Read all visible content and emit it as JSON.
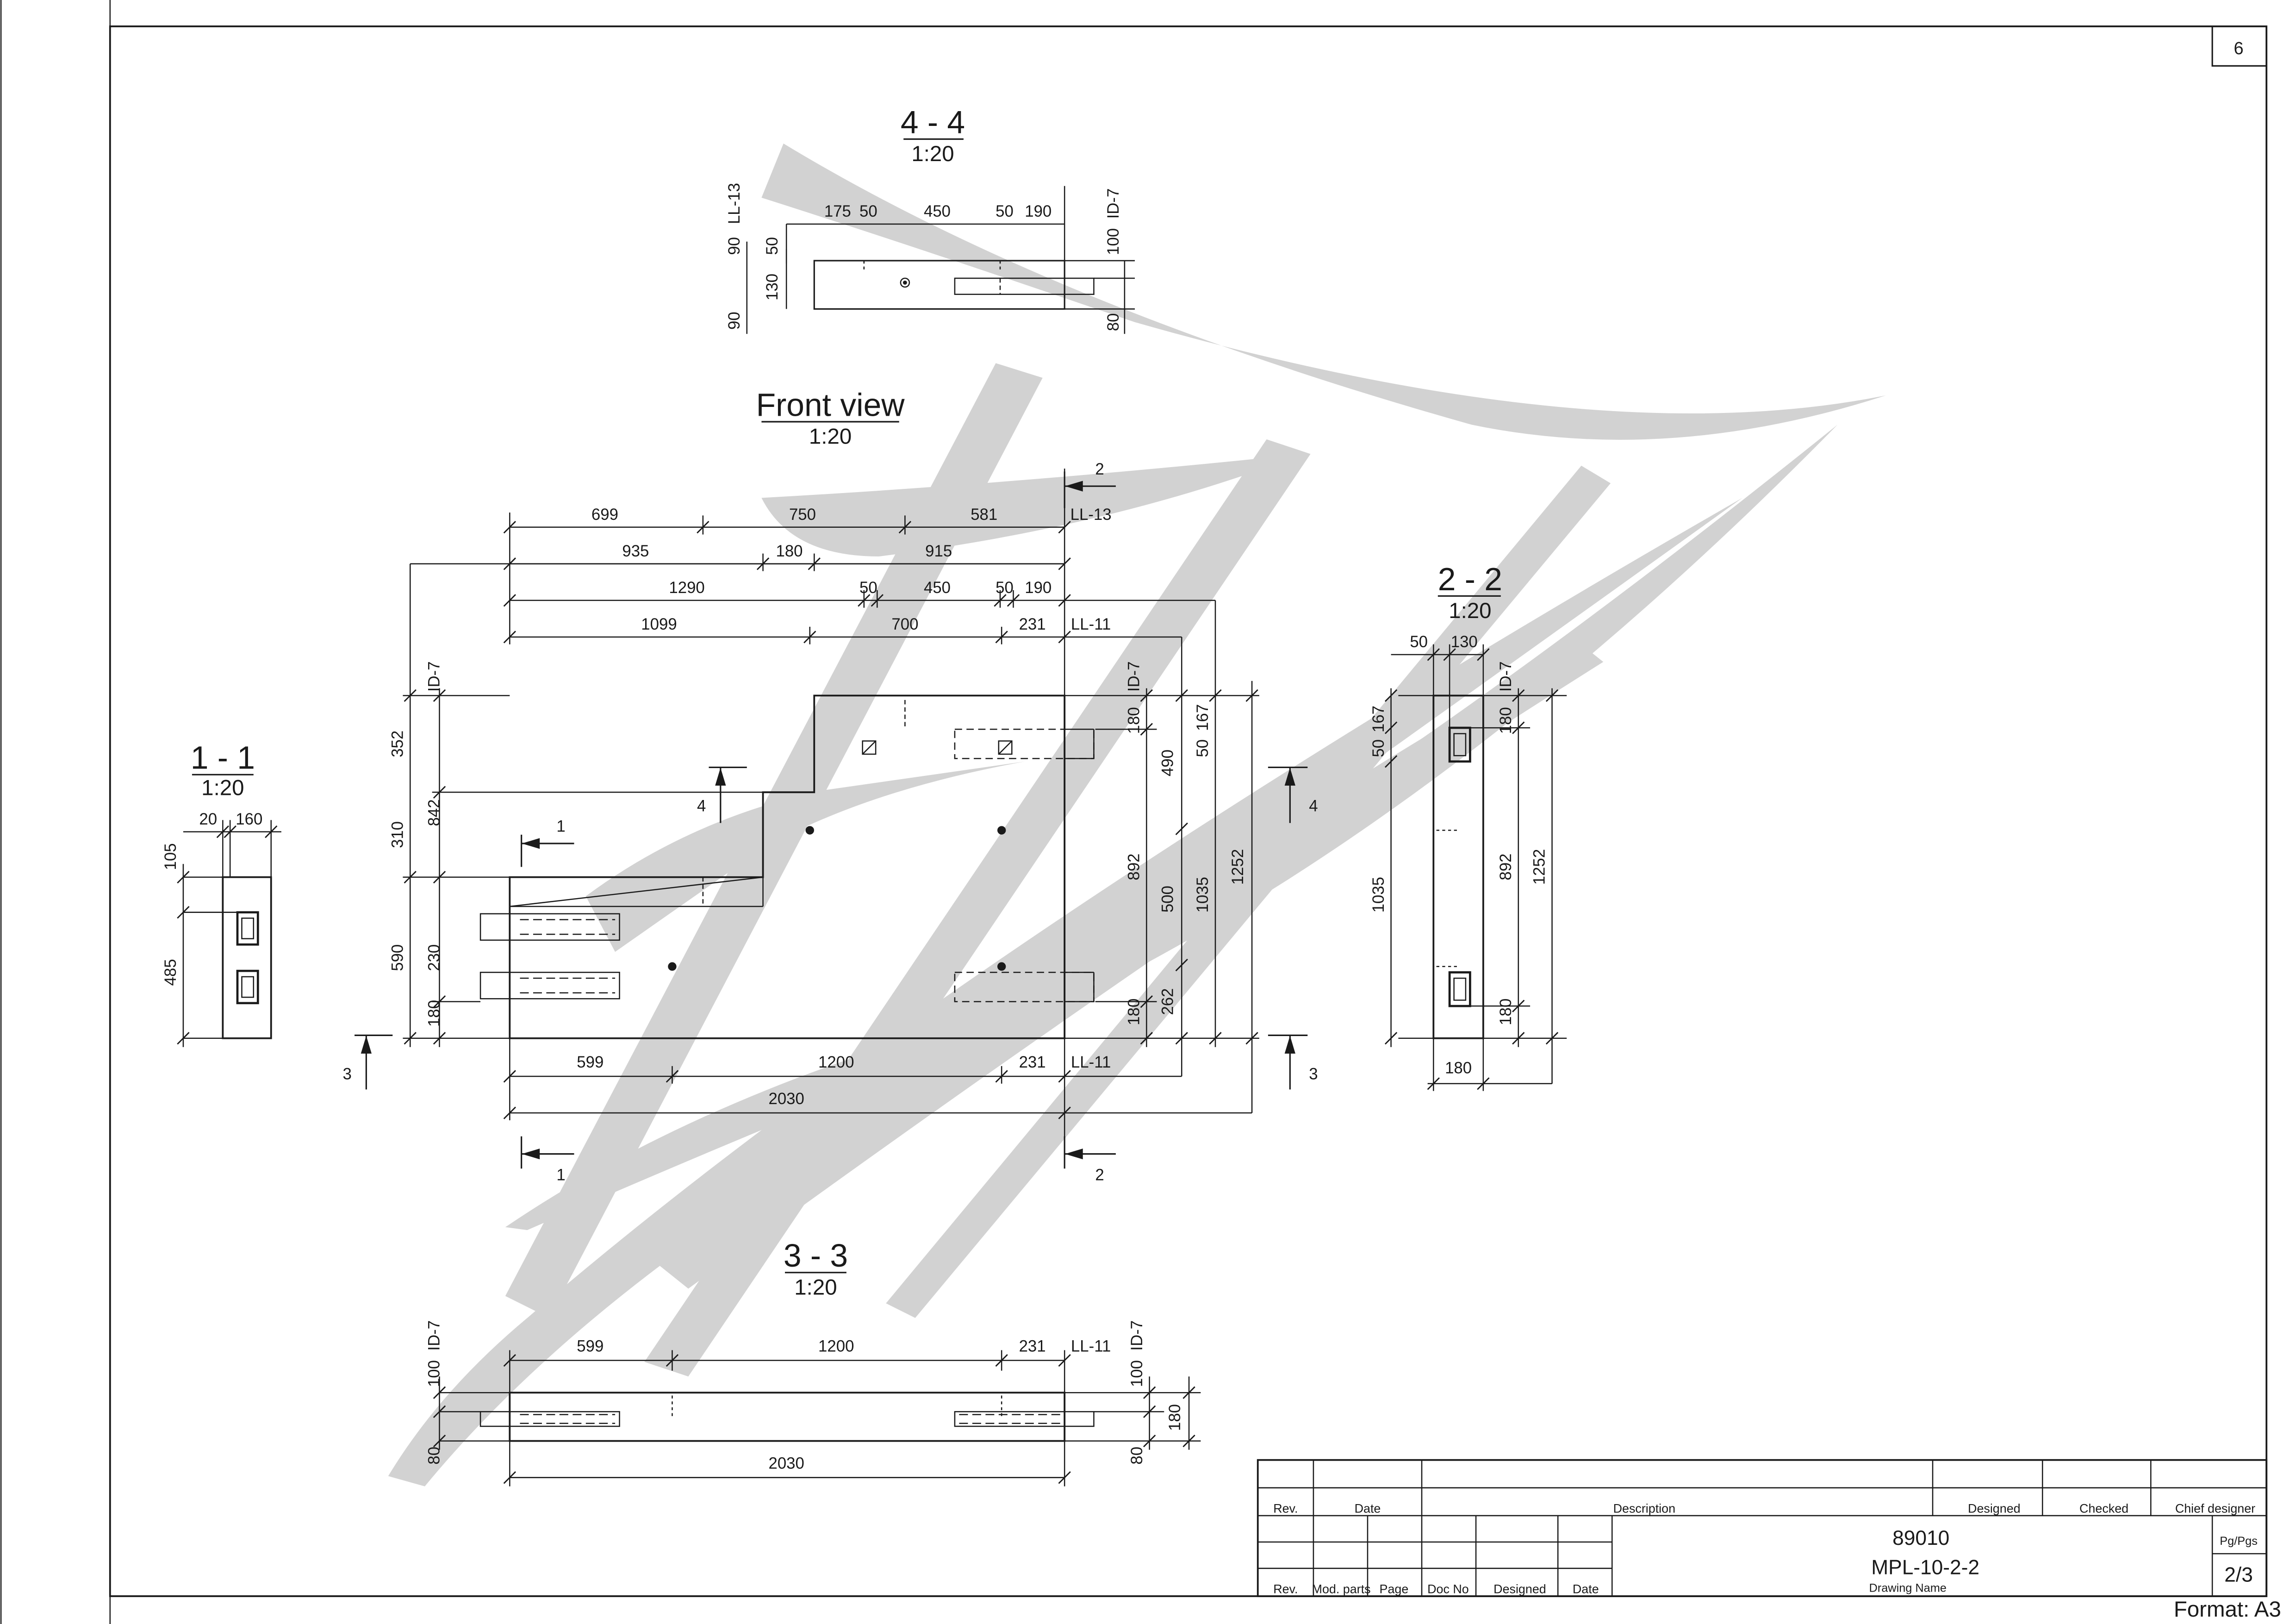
{
  "page_number": "6",
  "format": "Format: A3",
  "views": {
    "s44": {
      "title": "4 - 4",
      "scale": "1:20"
    },
    "front": {
      "title": "Front view",
      "scale": "1:20"
    },
    "s22": {
      "title": "2 - 2",
      "scale": "1:20"
    },
    "s11": {
      "title": "1 - 1",
      "scale": "1:20"
    },
    "s33": {
      "title": "3 - 3",
      "scale": "1:20"
    }
  },
  "dims": {
    "s44_top": [
      "175",
      "50",
      "450",
      "50",
      "190"
    ],
    "s44_left": [
      "90",
      "50",
      "130",
      "90"
    ],
    "s44_right": [
      "100",
      "80"
    ],
    "s44_refs": [
      "LL-13",
      "ID-7"
    ],
    "front_r1": [
      "699",
      "750",
      "581"
    ],
    "front_r2": [
      "935",
      "180",
      "915"
    ],
    "front_r3": [
      "1290",
      "50",
      "450",
      "50",
      "190"
    ],
    "front_r4": [
      "1099",
      "700",
      "231"
    ],
    "front_bottom1": [
      "599",
      "1200",
      "231"
    ],
    "front_bottom2": "2030",
    "front_left1": [
      "352",
      "310",
      "230",
      "180"
    ],
    "front_left2": [
      "842",
      "590"
    ],
    "front_right1": [
      "180",
      "490",
      "500",
      "180"
    ],
    "front_right2": [
      "167",
      "50",
      "892",
      "262"
    ],
    "front_right3": [
      "1035",
      "1252"
    ],
    "refs": [
      "LL-13",
      "LL-11",
      "LL-11",
      "ID-7",
      "ID-7"
    ],
    "s11_top": [
      "20",
      "160"
    ],
    "s11_left": [
      "105",
      "485"
    ],
    "s22_top": [
      "50",
      "130"
    ],
    "s22_left": [
      "167",
      "50",
      "1035"
    ],
    "s22_right": [
      "180",
      "892",
      "180",
      "1252"
    ],
    "s22_bottom": "180",
    "s22_ref": "ID-7",
    "s33_top": [
      "599",
      "1200",
      "231"
    ],
    "s33_bottom": "2030",
    "s33_left": [
      "100",
      "80"
    ],
    "s33_right": [
      "100",
      "80",
      "180"
    ],
    "s33_refs": [
      "ID-7",
      "LL-11",
      "ID-7"
    ]
  },
  "section_marks": {
    "m1": "1",
    "m2": "2",
    "m3": "3",
    "m4": "4"
  },
  "title_block": {
    "headers": [
      "Rev.",
      "Date",
      "Description",
      "Designed",
      "Checked",
      "Chief designer"
    ],
    "headers2": [
      "Rev.",
      "Mod. parts",
      "Page",
      "Doc No",
      "Designed",
      "Date"
    ],
    "drawing_no": "89010",
    "drawing_code": "MPL-10-2-2",
    "drawing_name_label": "Drawing Name",
    "pg_label": "Pg/Pgs",
    "pg_value": "2/3"
  },
  "colors": {
    "line": "#1a1a1a",
    "watermark": "#d2d2d2"
  }
}
